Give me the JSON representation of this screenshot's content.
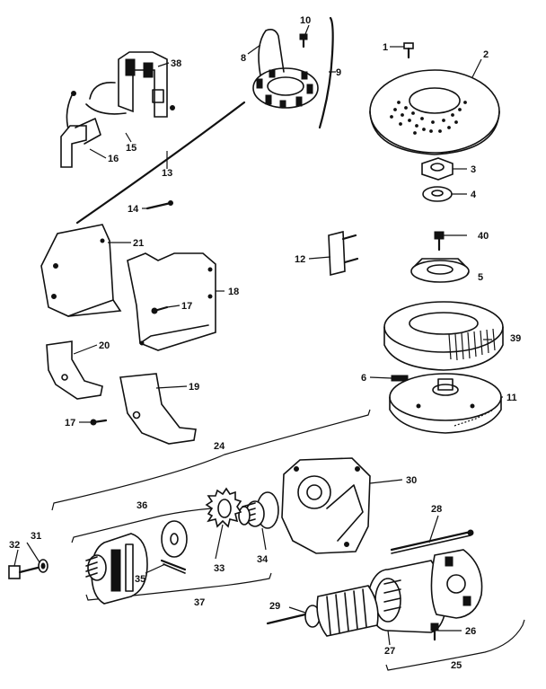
{
  "labels": [
    {
      "id": "l1",
      "text": "1"
    },
    {
      "id": "l2",
      "text": "2"
    },
    {
      "id": "l3",
      "text": "3"
    },
    {
      "id": "l4",
      "text": "4"
    },
    {
      "id": "l5",
      "text": "5"
    },
    {
      "id": "l6",
      "text": "6"
    },
    {
      "id": "l8",
      "text": "8"
    },
    {
      "id": "l9",
      "text": "9"
    },
    {
      "id": "l10",
      "text": "10"
    },
    {
      "id": "l11",
      "text": "11"
    },
    {
      "id": "l12",
      "text": "12"
    },
    {
      "id": "l13",
      "text": "13"
    },
    {
      "id": "l14",
      "text": "14"
    },
    {
      "id": "l15",
      "text": "15"
    },
    {
      "id": "l16",
      "text": "16"
    },
    {
      "id": "l17a",
      "text": "17"
    },
    {
      "id": "l17b",
      "text": "17"
    },
    {
      "id": "l18",
      "text": "18"
    },
    {
      "id": "l19",
      "text": "19"
    },
    {
      "id": "l20",
      "text": "20"
    },
    {
      "id": "l21",
      "text": "21"
    },
    {
      "id": "l24",
      "text": "24"
    },
    {
      "id": "l25",
      "text": "25"
    },
    {
      "id": "l26",
      "text": "26"
    },
    {
      "id": "l27",
      "text": "27"
    },
    {
      "id": "l28",
      "text": "28"
    },
    {
      "id": "l29",
      "text": "29"
    },
    {
      "id": "l30",
      "text": "30"
    },
    {
      "id": "l31",
      "text": "31"
    },
    {
      "id": "l32",
      "text": "32"
    },
    {
      "id": "l33",
      "text": "33"
    },
    {
      "id": "l34",
      "text": "34"
    },
    {
      "id": "l35",
      "text": "35"
    },
    {
      "id": "l36",
      "text": "36"
    },
    {
      "id": "l37",
      "text": "37"
    },
    {
      "id": "l38",
      "text": "38"
    },
    {
      "id": "l39",
      "text": "39"
    },
    {
      "id": "l40",
      "text": "40"
    }
  ]
}
